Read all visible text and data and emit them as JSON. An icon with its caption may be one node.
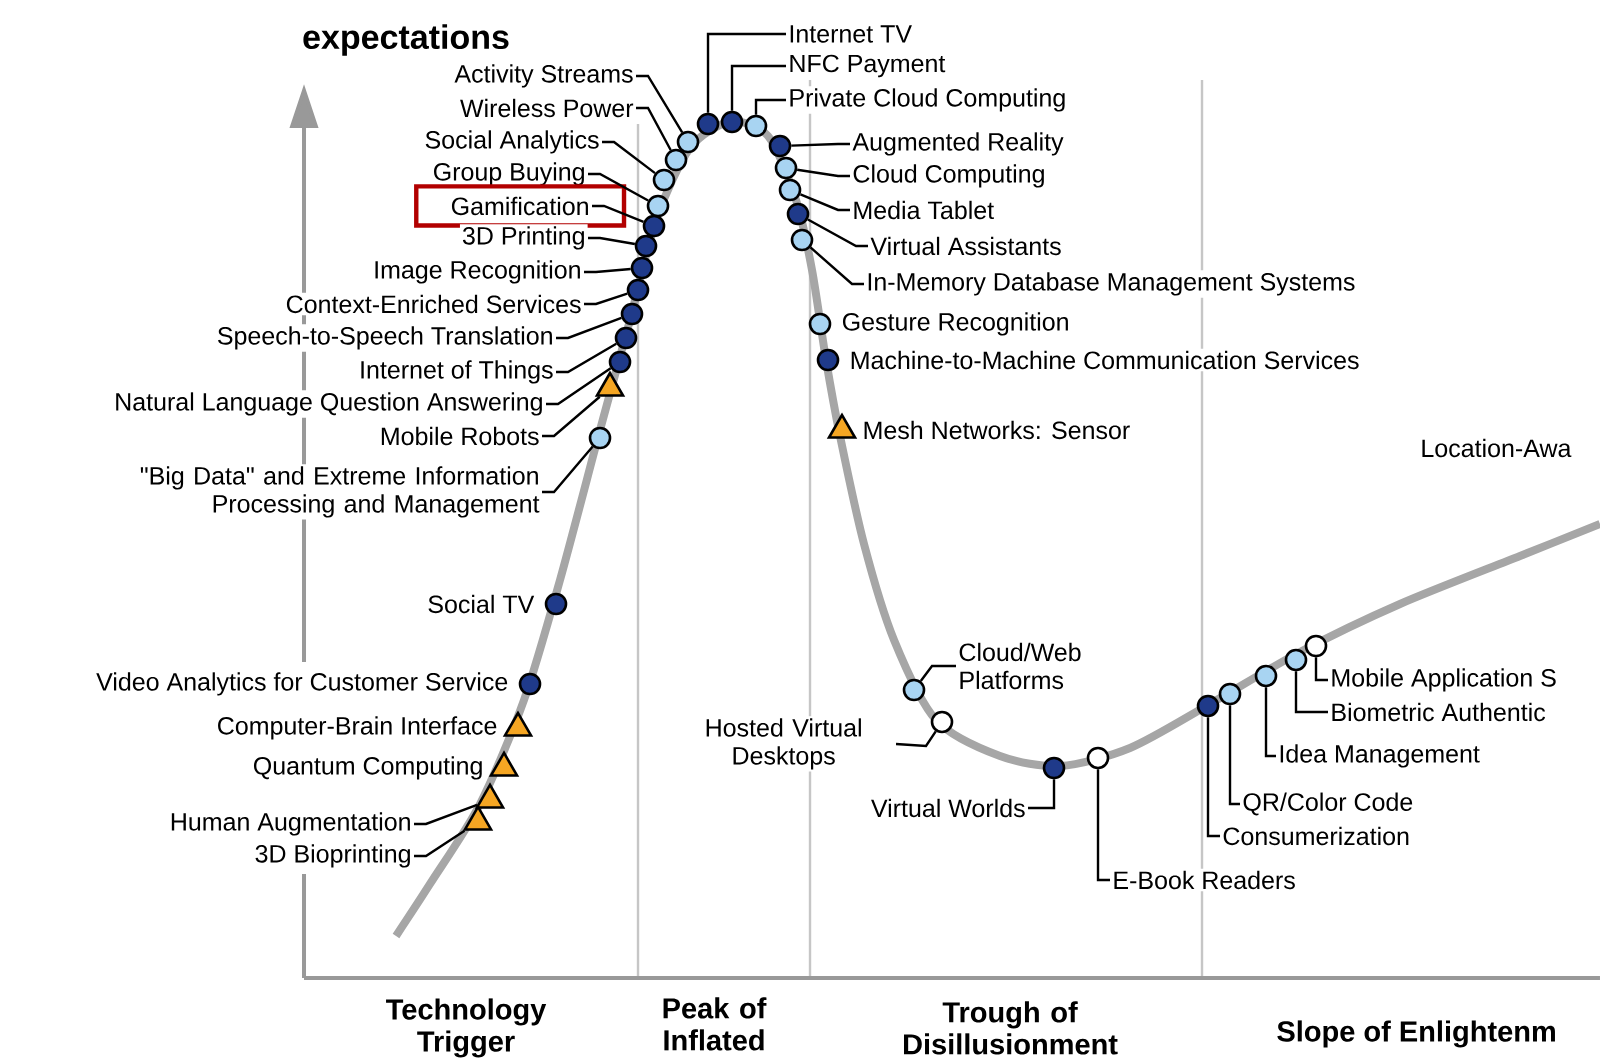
{
  "diagram": {
    "nodes": [
      {
        "text": [
          "Activity Streams"
        ]
      },
      {
        "text": [],
        "shape": "circle"
      },
      {
        "text": [
          "Wireless Power"
        ]
      },
      {
        "text": [],
        "shape": "circle"
      },
      {
        "text": [
          "Social Analytics"
        ]
      },
      {
        "text": [],
        "shape": "circle"
      },
      {
        "text": [
          "Group Buying"
        ]
      },
      {
        "text": [],
        "shape": "circle"
      },
      {
        "text": [
          "Gamification"
        ]
      },
      {
        "text": [],
        "shape": "circle"
      },
      {
        "text": [
          "3D Printing"
        ]
      },
      {
        "text": [],
        "shape": "circle"
      },
      {
        "text": [
          "Image Recognition"
        ]
      },
      {
        "text": [],
        "shape": "circle"
      },
      {
        "text": [
          "Context-Enriched Services"
        ]
      },
      {
        "text": [],
        "shape": "circle"
      },
      {
        "text": [
          "Speech-to-Speech Translation"
        ]
      },
      {
        "text": [],
        "shape": "circle"
      },
      {
        "text": [
          "Internet of Things"
        ]
      },
      {
        "text": [],
        "shape": "circle"
      },
      {
        "text": [
          "Natural Language Question Answering"
        ]
      },
      {
        "text": [],
        "shape": "circle"
      },
      {
        "text": [
          "Mobile Robots"
        ]
      },
      {
        "text": [],
        "shape": "triangle"
      },
      {
        "text": [
          "\"Big Data\" and Extreme Information Processing and Management"
        ]
      },
      {
        "text": [],
        "shape": "circle"
      },
      {
        "text": [
          "Internet TV"
        ]
      },
      {
        "text": [],
        "shape": "circle"
      },
      {
        "text": [
          "NFC Payment"
        ]
      },
      {
        "text": [],
        "shape": "circle"
      },
      {
        "text": [
          "Private Cloud Computing"
        ]
      },
      {
        "text": [],
        "shape": "circle"
      },
      {
        "text": [
          "Augmented Reality"
        ]
      },
      {
        "text": [],
        "shape": "circle"
      },
      {
        "text": [
          "Cloud Computing"
        ]
      },
      {
        "text": [],
        "shape": "circle"
      },
      {
        "text": [
          "Media Tablet"
        ]
      },
      {
        "text": [],
        "shape": "circle"
      },
      {
        "text": [
          "Virtual Assistants"
        ]
      },
      {
        "text": [],
        "shape": "circle"
      },
      {
        "text": [
          "In-Memory Database Management Systems"
        ]
      },
      {
        "text": [],
        "shape": "circle"
      },
      {
        "text": [],
        "shape": "circle",
        "beside": [
          "Gesture Recognition"
        ]
      },
      {
        "text": [],
        "shape": "circle",
        "beside": [
          "Machine-to-Machine Communication Services"
        ]
      },
      {
        "text": [],
        "shape": "triangle",
        "beside": [
          "Mesh Networks: Sensor"
        ]
      },
      {
        "text": [],
        "shape": "circle",
        "beside": [
          "Social TV"
        ]
      },
      {
        "text": [],
        "shape": "circle",
        "beside": [
          "Video Analytics for Customer Service"
        ]
      },
      {
        "text": [],
        "shape": "triangle",
        "beside": [
          "Computer-Brain Interface"
        ]
      },
      {
        "text": [],
        "shape": "triangle",
        "beside": [
          "Quantum Computing"
        ]
      },
      {
        "text": [
          "Human Augmentation"
        ]
      },
      {
        "text": [],
        "shape": "triangle"
      },
      {
        "text": [
          "3D Bioprinting"
        ]
      },
      {
        "text": [],
        "shape": "triangle"
      },
      {
        "text": [
          "Cloud/Web Platforms"
        ]
      },
      {
        "text": [],
        "shape": "circle"
      },
      {
        "text": [
          "Hosted Virtual Desktops"
        ]
      },
      {
        "text": [],
        "shape": "circle"
      },
      {
        "text": [
          "Virtual Worlds"
        ]
      },
      {
        "text": [],
        "shape": "circle"
      },
      {
        "text": [
          "E-Book Readers"
        ]
      },
      {
        "text": [],
        "shape": "circle"
      },
      {
        "text": [
          "Mobile Application S"
        ]
      },
      {
        "text": [],
        "shape": "circle"
      },
      {
        "text": [
          "Biometric Authentic"
        ]
      },
      {
        "text": [],
        "shape": "circle"
      },
      {
        "text": [
          "Idea Management"
        ]
      },
      {
        "text": [],
        "shape": "circle"
      },
      {
        "text": [
          "QR/Color Code"
        ]
      },
      {
        "text": [],
        "shape": "circle"
      },
      {
        "text": [
          "Consumerization"
        ]
      },
      {
        "text": [],
        "shape": "circle"
      }
    ],
    "edges": [
      {
        "from": 0,
        "to": 1,
        "arrow": "none"
      },
      {
        "from": 2,
        "to": 3,
        "arrow": "none"
      },
      {
        "from": 4,
        "to": 5,
        "arrow": "none"
      },
      {
        "from": 6,
        "to": 7,
        "arrow": "none"
      },
      {
        "from": 8,
        "to": 9,
        "arrow": "none"
      },
      {
        "from": 10,
        "to": 11,
        "arrow": "none"
      },
      {
        "from": 12,
        "to": 13,
        "arrow": "none"
      },
      {
        "from": 14,
        "to": 15,
        "arrow": "none"
      },
      {
        "from": 16,
        "to": 17,
        "arrow": "none"
      },
      {
        "from": 18,
        "to": 19,
        "arrow": "none"
      },
      {
        "from": 20,
        "to": 21,
        "arrow": "none"
      },
      {
        "from": 22,
        "to": 23,
        "arrow": "none"
      },
      {
        "from": 24,
        "to": 25,
        "arrow": "none"
      },
      {
        "from": 26,
        "to": 27,
        "arrow": "none"
      },
      {
        "from": 28,
        "to": 29,
        "arrow": "none"
      },
      {
        "from": 30,
        "to": 31,
        "arrow": "none"
      },
      {
        "from": 32,
        "to": 33,
        "arrow": "none"
      },
      {
        "from": 34,
        "to": 35,
        "arrow": "none"
      },
      {
        "from": 36,
        "to": 37,
        "arrow": "none"
      },
      {
        "from": 38,
        "to": 39,
        "arrow": "none"
      },
      {
        "from": 40,
        "to": 41,
        "arrow": "none"
      },
      {
        "from": 49,
        "to": 50,
        "arrow": "none"
      },
      {
        "from": 51,
        "to": 52,
        "arrow": "none"
      },
      {
        "from": 53,
        "to": 54,
        "arrow": "none"
      },
      {
        "from": 55,
        "to": 56,
        "arrow": "none"
      },
      {
        "from": 57,
        "to": 58,
        "arrow": "none"
      },
      {
        "from": 59,
        "to": 60,
        "arrow": "none"
      },
      {
        "from": 61,
        "to": 62,
        "arrow": "none"
      },
      {
        "from": 63,
        "to": 64,
        "arrow": "none"
      },
      {
        "from": 65,
        "to": 66,
        "arrow": "none"
      },
      {
        "from": 67,
        "to": 68,
        "arrow": "none"
      },
      {
        "from": 69,
        "to": 70,
        "arrow": "none"
      }
    ],
    "labels": [
      "expectations",
      "Location-Awa",
      "Technology Trigger",
      "Peak of Inflated",
      "Trough of Disillusionment",
      "Slope of Enlightenm"
    ]
  }
}
